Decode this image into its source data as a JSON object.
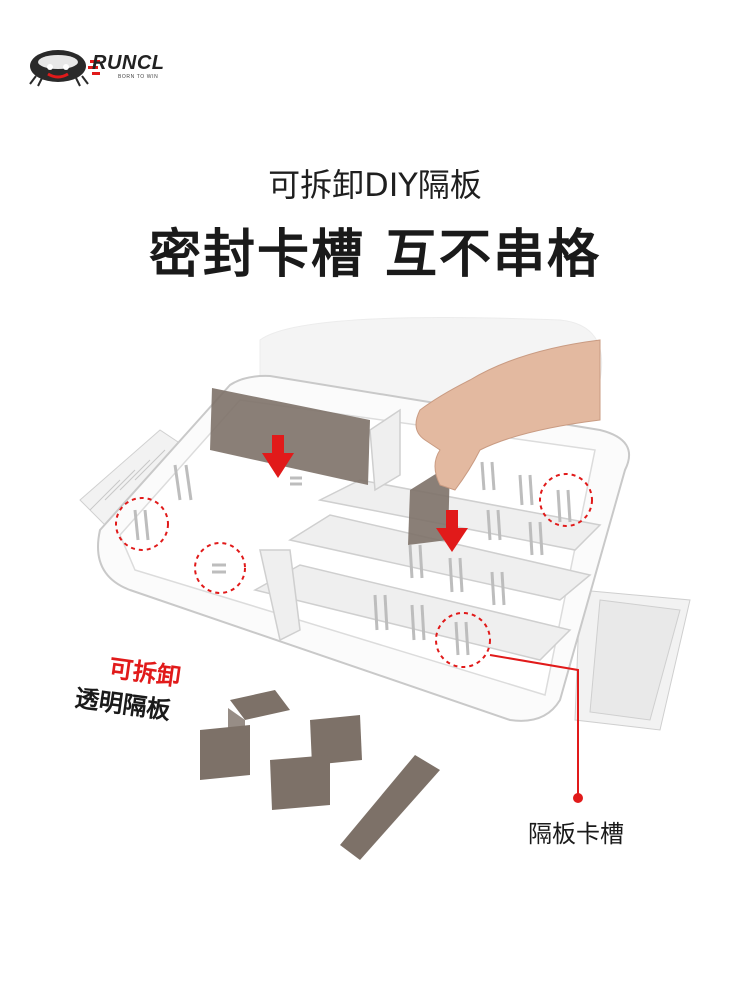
{
  "brand": {
    "name": "RUNCL",
    "tagline": "BORN TO WIN",
    "logo_icon": "honey-badger-icon"
  },
  "heading": {
    "subtitle": "可拆卸DIY隔板",
    "title": "密封卡槽 互不串格"
  },
  "callouts": {
    "detachable": "可拆卸",
    "clear_divider": "透明隔板",
    "divider_slot": "隔板卡槽"
  },
  "colors": {
    "accent_red": "#e11a1a",
    "divider_brown": "#7d7168",
    "box_outline": "#cfcfcf"
  }
}
